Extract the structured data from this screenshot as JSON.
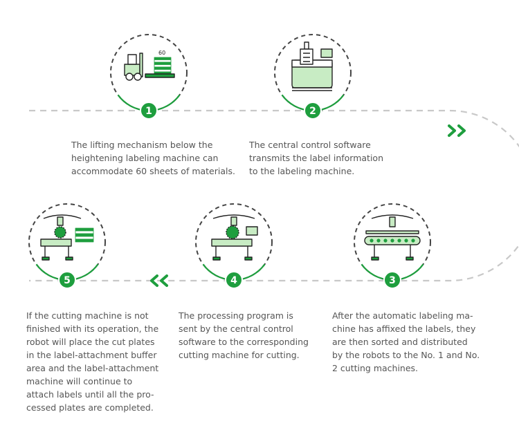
{
  "colors": {
    "accent": "#1e9e3e",
    "accent_light": "#c8ecc4",
    "dash": "#c8c8c8",
    "ring_dash": "#444444",
    "text": "#555555"
  },
  "steps": [
    {
      "number": "1",
      "icon": "forklift-stack-icon",
      "lines": [
        "The lifting mechanism below the",
        "heightening labeling machine can",
        "accommodate 60 sheets of materials."
      ],
      "icon_text": "60"
    },
    {
      "number": "2",
      "icon": "label-software-icon",
      "lines": [
        "The central control software",
        "transmits the label information",
        "to the labeling machine."
      ]
    },
    {
      "number": "3",
      "icon": "conveyor-robot-icon",
      "lines": [
        "After the automatic labeling ma-",
        "chine has affixed the labels, they",
        "are then sorted and distributed",
        "by the robots to the No. 1 and No.",
        "2 cutting machines."
      ]
    },
    {
      "number": "4",
      "icon": "cutting-machine-icon",
      "lines": [
        "The processing program is",
        "sent by the central control",
        "software to the corresponding",
        "cutting machine for cutting."
      ]
    },
    {
      "number": "5",
      "icon": "buffer-area-icon",
      "lines": [
        "If the cutting machine is not",
        "finished with its operation, the",
        "robot will place the cut plates",
        "in the label-attachment buffer",
        "area and the label-attachment",
        "machine will continue to",
        "attach labels until all the pro-",
        "cessed plates are completed."
      ]
    }
  ]
}
